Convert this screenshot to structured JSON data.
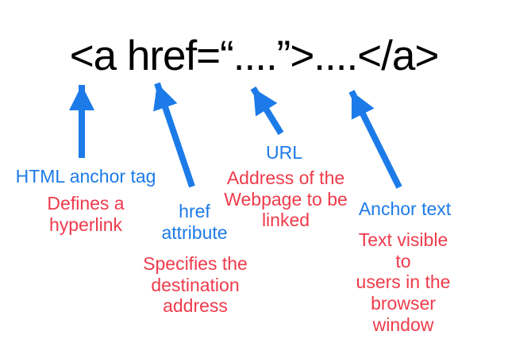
{
  "title": {
    "code": "<a href=“....”>....</a>"
  },
  "colors": {
    "blue": "#1C7BE8",
    "red": "#EE3B4B",
    "ink": "#000000",
    "background": "#FFFFFF"
  },
  "annotations": [
    {
      "id": "html-anchor-tag",
      "term": "HTML anchor tag",
      "description": "Defines a\nhyperlink"
    },
    {
      "id": "href-attribute",
      "term": "href\nattribute",
      "description": "Specifies the\ndestination\naddress"
    },
    {
      "id": "url",
      "term": "URL",
      "description": "Address of the\nWebpage to be\nlinked"
    },
    {
      "id": "anchor-text",
      "term": "Anchor text",
      "description": "Text visible to\nusers in the\nbrowser window"
    }
  ]
}
